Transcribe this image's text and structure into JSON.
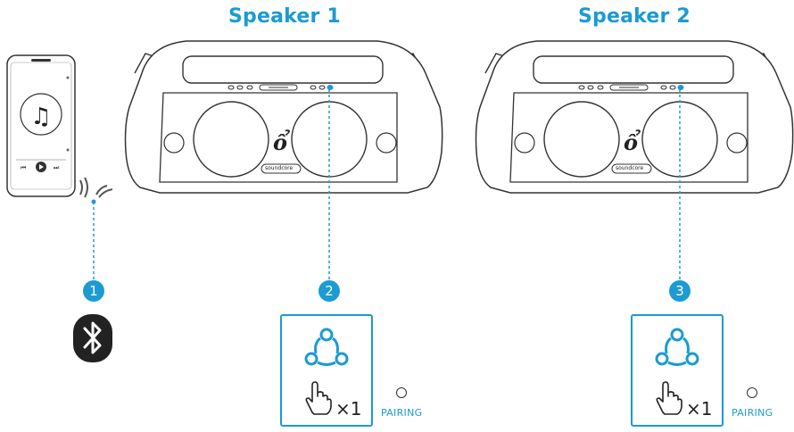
{
  "speaker1": {
    "title": "Speaker 1",
    "step": "2",
    "presses": "×1",
    "led_label": "PAIRING"
  },
  "speaker2": {
    "title": "Speaker 2",
    "step": "3",
    "presses": "×1",
    "led_label": "PAIRING"
  },
  "phone": {
    "step": "1"
  },
  "brand": {
    "logo_text": "soundcore"
  },
  "colors": {
    "accent": "#1b9bd2",
    "line": "#333333"
  },
  "icons": [
    "phone-icon",
    "music-note-icon",
    "wireless-signal-icon",
    "bluetooth-icon",
    "party-link-icon",
    "hand-press-icon"
  ]
}
